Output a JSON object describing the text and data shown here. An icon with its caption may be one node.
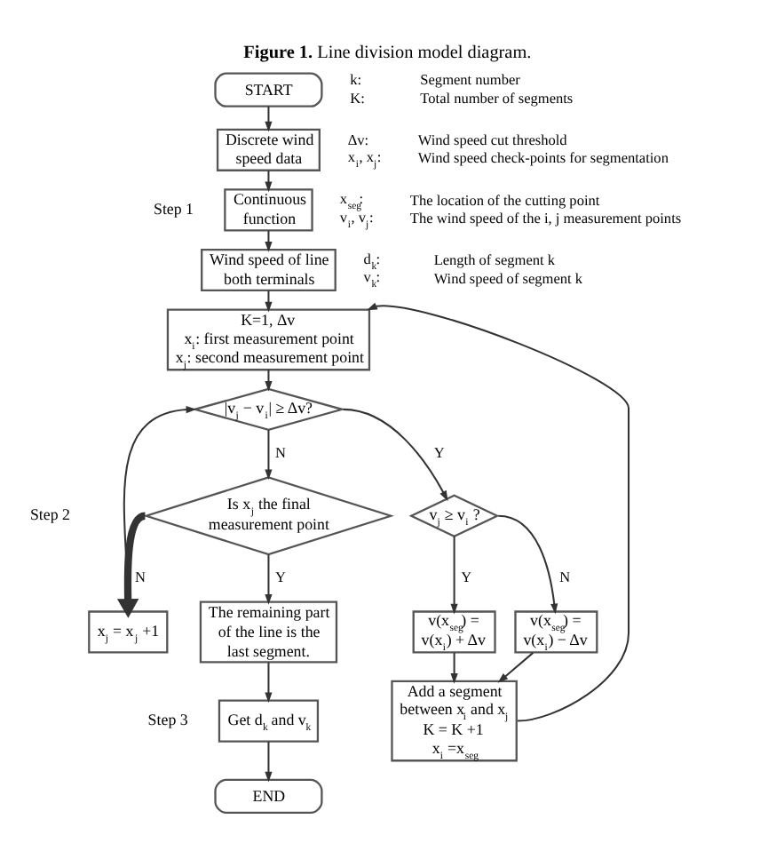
{
  "diagram": {
    "caption": "**Figure 1.** Line division model diagram.",
    "nodes": [
      {
        "text": [
          "START"
        ]
      },
      {
        "text": [
          "Discrete wind speed data"
        ]
      },
      {
        "text": [
          "Continuous function"
        ]
      },
      {
        "text": [
          "Wind speed of line both terminals"
        ]
      },
      {
        "text": [
          "K=1, Δv",
          "x$_{i}$: first measurement point",
          "x$_{j}$: second measurement point"
        ]
      },
      {
        "text": [
          "|v$_{j}$ − v$_{i}$| ≥ Δv?"
        ]
      },
      {
        "text": [
          "Is x$_{j}$ the final measurement point"
        ]
      },
      {
        "text": [
          "x$_{j}$ = x$_{j}$ +1"
        ]
      },
      {
        "text": [
          "The remaining part of the line is the last segment."
        ]
      },
      {
        "text": [
          "Get d$_{k}$ and v$_{k}$"
        ]
      },
      {
        "text": [
          "END"
        ]
      },
      {
        "text": [
          "v$_{j}$ ≥ v$_{i}$ ?"
        ]
      },
      {
        "text": [
          "v(x$_{seg}$) = v(x$_{i}$) + Δv"
        ]
      },
      {
        "text": [
          "v(x$_{seg}$) = v(x$_{i}$) − Δv"
        ]
      },
      {
        "text": [
          "Add a segment between x$_{i}$ and x$_{j}$",
          "K = K +1",
          "x$_{i}$ =x$_{seg}$"
        ]
      }
    ],
    "edges": [
      {
        "from": 0,
        "to": 1,
        "arrow": "to"
      },
      {
        "from": 1,
        "to": 2,
        "arrow": "to"
      },
      {
        "from": 2,
        "to": 3,
        "arrow": "to"
      },
      {
        "from": 3,
        "to": 4,
        "arrow": "to"
      },
      {
        "from": 14,
        "to": 4,
        "arrow": "to"
      },
      {
        "from": 4,
        "to": 5,
        "arrow": "to"
      },
      {
        "from": 5,
        "to": 6,
        "arrow": "to",
        "label": "N"
      },
      {
        "from": 5,
        "to": 11,
        "arrow": "to",
        "label": "Y"
      },
      {
        "from": 6,
        "to": 7,
        "arrow": "to",
        "label": "N",
        "style": "thick"
      },
      {
        "from": 7,
        "to": 5,
        "arrow": "to"
      },
      {
        "from": 6,
        "to": 8,
        "arrow": "to",
        "label": "Y"
      },
      {
        "from": 8,
        "to": 9,
        "arrow": "to"
      },
      {
        "from": 9,
        "to": 10,
        "arrow": "to"
      },
      {
        "from": 11,
        "to": 12,
        "arrow": "to",
        "label": "Y"
      },
      {
        "from": 11,
        "to": 13,
        "arrow": "to",
        "label": "N"
      },
      {
        "from": 12,
        "to": 14,
        "arrow": "to"
      },
      {
        "from": 13,
        "to": 14,
        "arrow": "to"
      }
    ],
    "labels": [
      "k:",
      "Segment number",
      "K:",
      "Total number of segments",
      "Δv:",
      "Wind speed cut threshold",
      "x$_{i}$, x$_{j}$:",
      "Wind speed check-points for segmentation",
      "x$_{seg}$:",
      "The location of the cutting point",
      "v$_{i}$, v$_{j}$:",
      "The wind speed of the i, j measurement points",
      "d$_{k}$:",
      "Length of segment k",
      "v$_{k}$:",
      "Wind speed of segment k",
      "Step 1",
      "Step 2",
      "Step 3"
    ]
  }
}
